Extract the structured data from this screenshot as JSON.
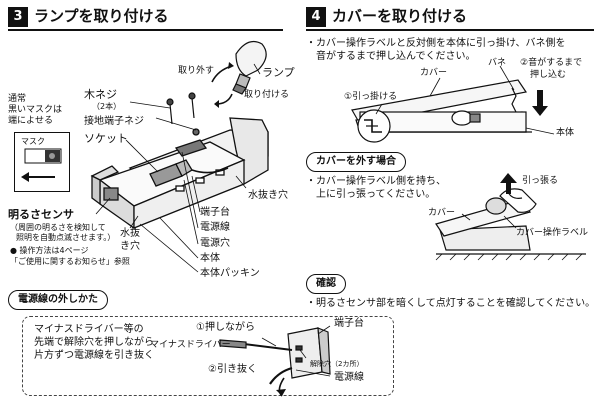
{
  "section3": {
    "number": "3",
    "title": "ランプを取り付ける",
    "labels": {
      "remove": "取り外す",
      "lamp": "ランプ",
      "attach": "取り付ける",
      "wood_screw": "木ネジ",
      "wood_screw_count": "（2本）",
      "ground_screw": "接地端子ネジ",
      "socket": "ソケット",
      "mask_note_1": "通常",
      "mask_note_2": "黒いマスクは",
      "mask_note_3": "端によせる",
      "mask": "マスク",
      "sensor_title": "明るさセンサ",
      "sensor_desc_1": "（周囲の明るさを検知して",
      "sensor_desc_2": "照明を自動点滅させます。）",
      "sensor_ref_1": "● 操作方法は4ページ",
      "sensor_ref_2": "「ご使用に関するお知らせ」参照",
      "drain_hole_left_1": "水抜",
      "drain_hole_left_2": "き穴",
      "drain_hole_right": "水抜き穴",
      "terminal": "端子台",
      "wire": "電源線",
      "wire_hole": "電源穴",
      "body": "本体",
      "gasket": "本体パッキン"
    }
  },
  "section4": {
    "number": "4",
    "title": "カバーを取り付ける",
    "instruction_1": "・カバー操作ラベルと反対側を本体に引っ掛け、バネ側を",
    "instruction_2": "　音がするまで押し込んでください。",
    "labels": {
      "cover": "カバー",
      "spring": "バネ",
      "step1_hook": "①引っ掛ける",
      "step2_1": "②音がするまで",
      "step2_2": "押し込む",
      "body": "本体"
    }
  },
  "remove_cover": {
    "heading": "カバーを外す場合",
    "instruction_1": "・カバー操作ラベル側を持ち、",
    "instruction_2": "　上に引っ張ってください。",
    "labels": {
      "pull": "引っ張る",
      "cover": "カバー",
      "cover_label": "カバー操作ラベル"
    }
  },
  "confirm": {
    "heading": "確認",
    "instruction": "・明るさセンサ部を暗くして点灯することを確認してください。"
  },
  "wire_removal": {
    "heading": "電源線の外しかた",
    "text_1": "マイナスドライバー等の",
    "text_2": "先端で解除穴を押しながら",
    "text_3": "片方ずつ電源線を引き抜く",
    "labels": {
      "step1": "①押しながら",
      "screwdriver": "マイナスドライバー",
      "step2": "②引き抜く",
      "terminal": "端子台",
      "release_hole": "解除穴（2カ所）",
      "wire": "電源線"
    }
  }
}
